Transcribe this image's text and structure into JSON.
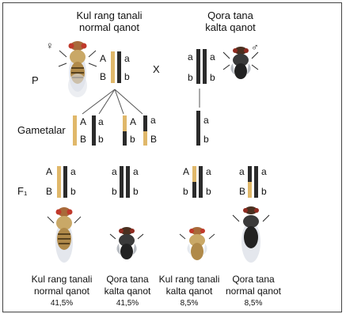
{
  "female_parent_label": [
    "Kul rang tanali",
    "normal qanot"
  ],
  "male_parent_label": [
    "Qora tana",
    "kalta qanot"
  ],
  "female_symbol": "♀",
  "male_symbol": "♂",
  "p_label": "P",
  "cross_symbol": "X",
  "gametes_label": "Gametalar",
  "f1_label": "F₁",
  "alleles": {
    "A": "A",
    "a": "a",
    "B": "B",
    "b": "b"
  },
  "offspring": [
    {
      "line1": "Kul rang tanali",
      "line2": "normal qanot",
      "percent": "41,5%"
    },
    {
      "line1": "Qora tana",
      "line2": "kalta qanot",
      "percent": "41,5%"
    },
    {
      "line1": "Kul rang tanali",
      "line2": "kalta qanot",
      "percent": "8,5%"
    },
    {
      "line1": "Qora tana",
      "line2": "normal qanot",
      "percent": "8,5%"
    }
  ],
  "colors": {
    "grey_chromosome": "#e0b86a",
    "black_chromosome": "#2b2b2b",
    "grey_body": "#c9a867",
    "black_body": "#3a3a3a",
    "wing": "#dfe3ea"
  }
}
